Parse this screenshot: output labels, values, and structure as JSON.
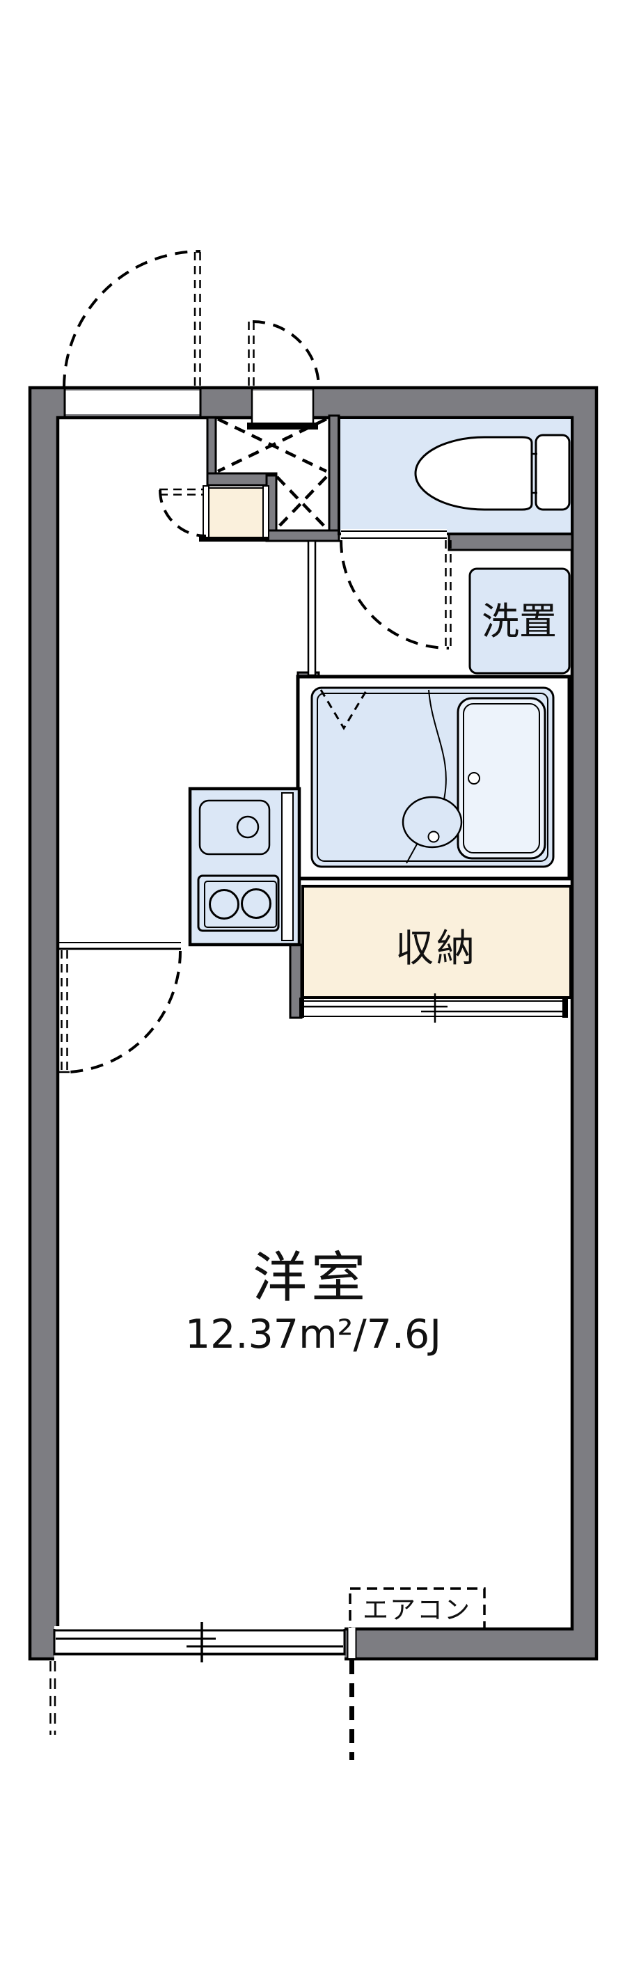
{
  "floor_plan": {
    "rooms": {
      "western_room": {
        "name": "洋室",
        "area": "12.37m²/7.6J"
      },
      "storage": {
        "name": "収納"
      },
      "washer_space": {
        "name": "洗置"
      },
      "air_conditioner": {
        "name": "エアコン"
      }
    },
    "colors": {
      "wall": "#7d7d82",
      "water": "#dbe7f6",
      "tub": "#edf3fb",
      "cream": "#faf0dc",
      "line": "#000000",
      "paper": "#ffffff"
    }
  }
}
